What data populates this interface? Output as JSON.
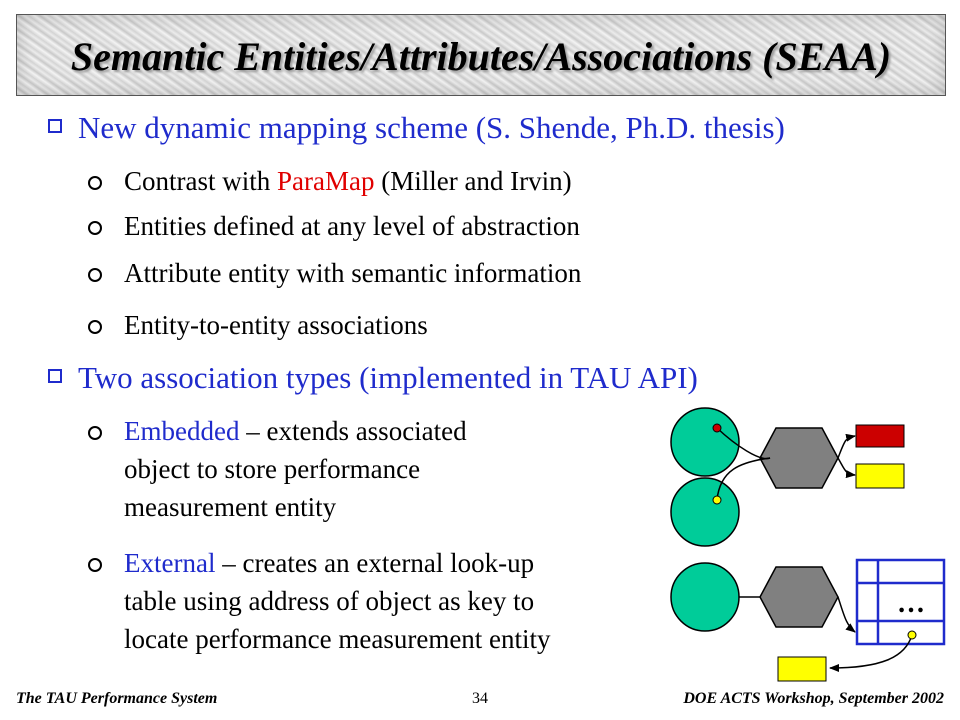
{
  "title": "Semantic Entities/Attributes/Associations (SEAA)",
  "bullets": {
    "b1": "New dynamic mapping scheme (S. Shende, Ph.D. thesis)",
    "b1_sub1_pre": "Contrast with ",
    "b1_sub1_hl": "ParaMap",
    "b1_sub1_post": " (Miller and Irvin)",
    "b1_sub2": "Entities defined at any level of abstraction",
    "b1_sub3": "Attribute entity with semantic information",
    "b1_sub4": "Entity-to-entity associations",
    "b2": "Two association types (implemented in TAU API)",
    "b2_sub1_hl": "Embedded",
    "b2_sub1_l1": " – extends associated",
    "b2_sub1_l2": "object to store performance",
    "b2_sub1_l3": "measurement entity",
    "b2_sub2_hl": "External",
    "b2_sub2_l1": " – creates an external look-up",
    "b2_sub2_l2": "table using address of object as key to",
    "b2_sub2_l3": "locate performance measurement entity"
  },
  "diagram": {
    "ellipsis": "…",
    "colors": {
      "object": "#00cc99",
      "hexagon": "#808080",
      "red_entity": "#cc0000",
      "yellow_entity": "#ffff00"
    }
  },
  "footer": {
    "left": "The TAU Performance System",
    "page": "34",
    "right": "DOE ACTS Workshop, September 2002"
  }
}
